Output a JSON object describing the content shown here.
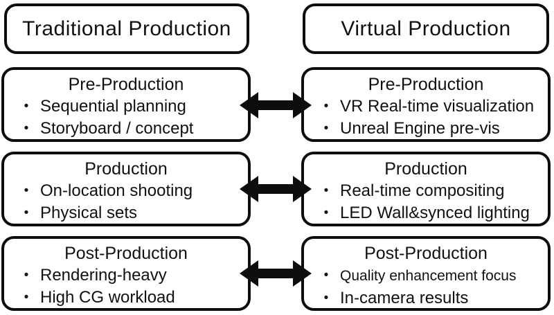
{
  "diagram": {
    "glyphs": {
      "bullet": "•"
    },
    "colors": {
      "background": "#ffffff",
      "line": "#0d0d0d",
      "text": "#111111"
    },
    "columns": [
      {
        "title": "Traditional Production",
        "stages": [
          {
            "title": "Pre-Production",
            "bullets": [
              "Sequential planning",
              "Storyboard / concept"
            ]
          },
          {
            "title": "Production",
            "bullets": [
              "On-location shooting",
              "Physical sets"
            ]
          },
          {
            "title": "Post-Production",
            "bullets": [
              "Rendering-heavy",
              "High CG workload"
            ]
          }
        ]
      },
      {
        "title": "Virtual Production",
        "stages": [
          {
            "title": "Pre-Production",
            "bullets": [
              "VR Real-time visualization",
              "Unreal Engine pre-vis"
            ]
          },
          {
            "title": "Production",
            "bullets": [
              "Real-time compositing",
              "LED Wall&synced lighting"
            ]
          },
          {
            "title": "Post-Production",
            "bullets": [
              "Quality enhancement focus",
              "In-camera results"
            ]
          }
        ]
      }
    ],
    "arrows": [
      {
        "name": "pre-production-link",
        "type": "bidirectional"
      },
      {
        "name": "production-link",
        "type": "bidirectional"
      },
      {
        "name": "post-production-link",
        "type": "bidirectional"
      }
    ]
  }
}
